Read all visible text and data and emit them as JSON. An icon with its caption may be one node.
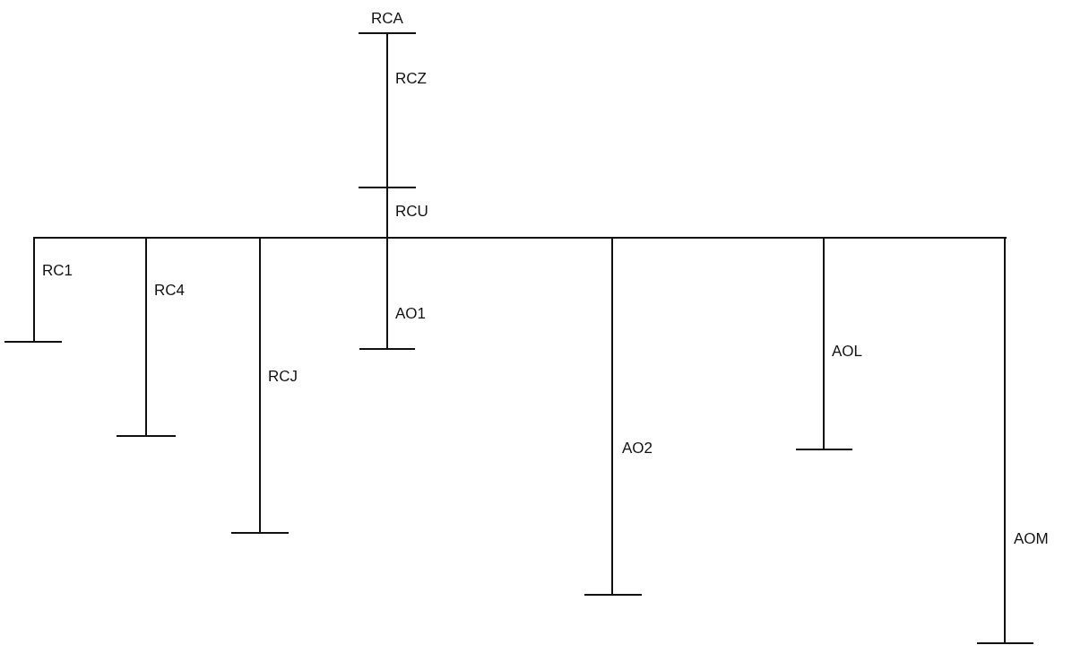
{
  "diagram": {
    "nodes": [
      {
        "text": [
          "RCA"
        ]
      },
      {
        "text": [],
        "shape": "bar"
      },
      {
        "text": [],
        "shape": "bar"
      },
      {
        "text": [],
        "shape": "bar"
      },
      {
        "text": [],
        "shape": "bar"
      },
      {
        "text": [],
        "shape": "bar"
      },
      {
        "text": [],
        "shape": "bar"
      },
      {
        "text": [],
        "shape": "bar"
      },
      {
        "text": [],
        "shape": "bar"
      },
      {
        "text": [],
        "shape": "bar"
      }
    ],
    "edges": [
      {
        "from": 0,
        "to": 1,
        "arrow": "none",
        "label": "RCZ"
      },
      {
        "from": 1,
        "to": 2,
        "arrow": "none",
        "label": "RCU"
      },
      {
        "from": 2,
        "to": 3,
        "arrow": "none",
        "label": "RC1"
      },
      {
        "from": 2,
        "to": 4,
        "arrow": "none",
        "label": "RC4"
      },
      {
        "from": 2,
        "to": 5,
        "arrow": "none",
        "label": "RCJ"
      },
      {
        "from": 2,
        "to": 6,
        "arrow": "none",
        "label": "AO1"
      },
      {
        "from": 2,
        "to": 7,
        "arrow": "none",
        "label": "AO2"
      },
      {
        "from": 2,
        "to": 8,
        "arrow": "none",
        "label": "AOL"
      },
      {
        "from": 2,
        "to": 9,
        "arrow": "none",
        "label": "AOM"
      }
    ]
  }
}
